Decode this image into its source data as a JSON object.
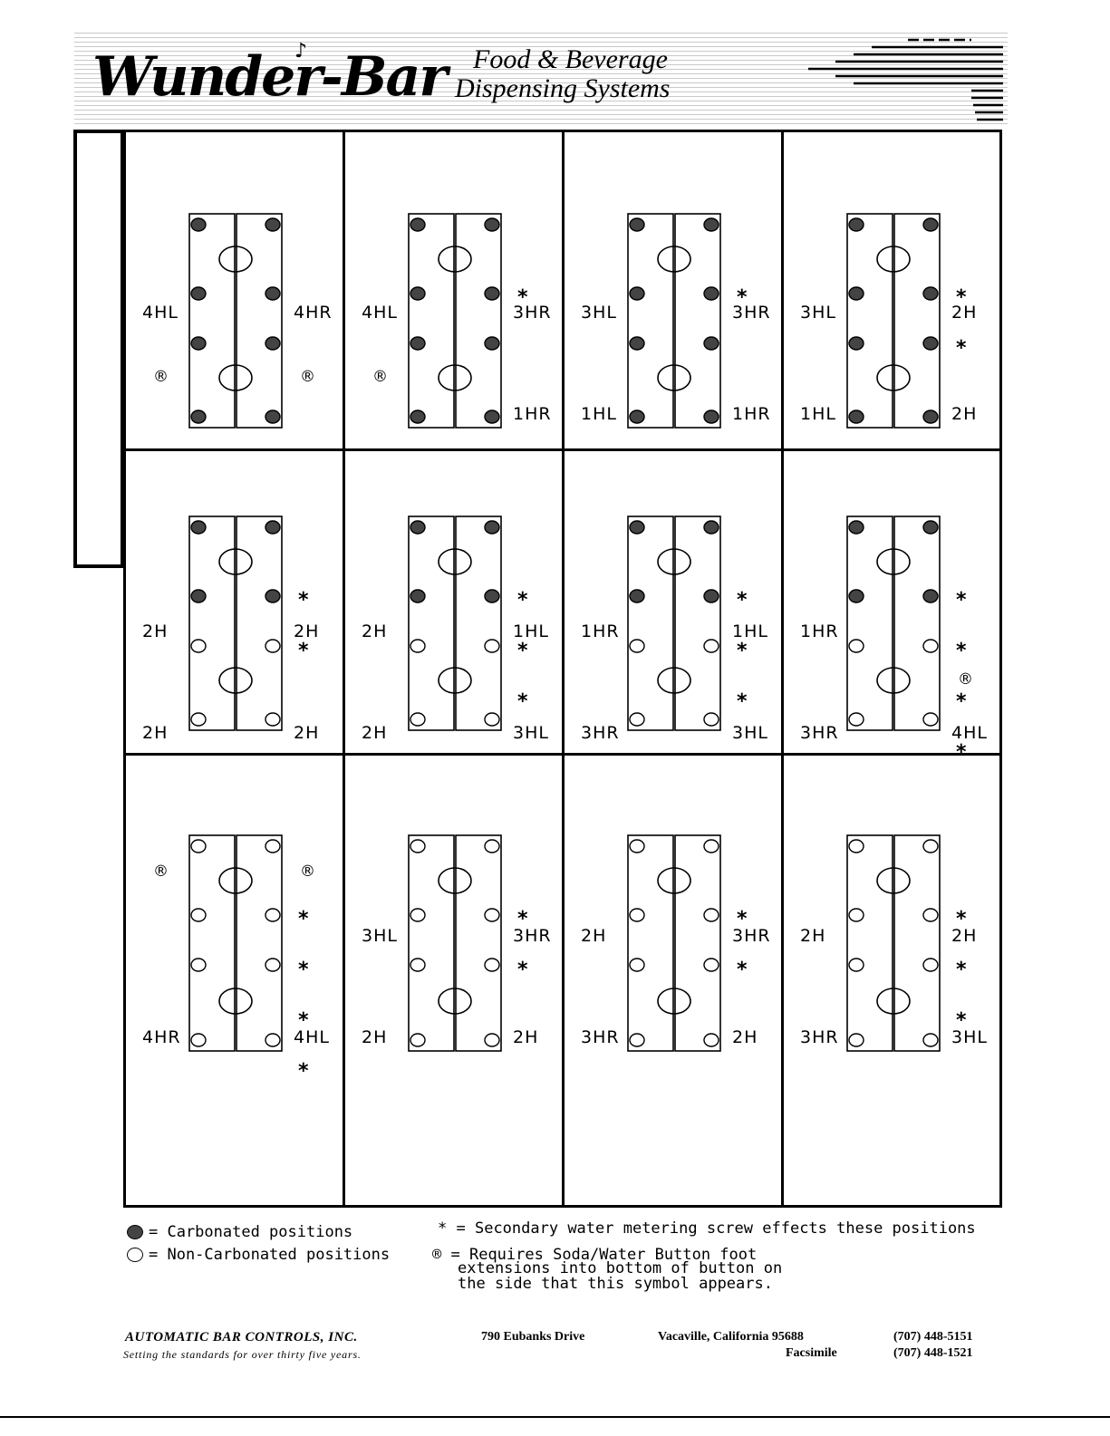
{
  "header": {
    "logo": "Wunder-Bar",
    "tagline_line1": "Food & Beverage",
    "tagline_line2": "Dispensing Systems"
  },
  "colors": {
    "carbonated_fill": "#444444",
    "line": "#000000"
  },
  "cells": [
    {
      "id": "r1c1",
      "labels": {
        "ul": "4HL",
        "ur": "4HR",
        "ll": "",
        "lr": ""
      },
      "stars": [],
      "reg": [
        "left",
        "right"
      ]
    },
    {
      "id": "r1c2",
      "labels": {
        "ul": "4HL",
        "ur": "3HR",
        "ll": "",
        "lr": "1HR"
      },
      "stars": [
        "*"
      ],
      "reg": [
        "left"
      ]
    },
    {
      "id": "r1c3",
      "labels": {
        "ul": "3HL",
        "ur": "3HR",
        "ll": "1HL",
        "lr": "1HR"
      },
      "stars": [
        "*"
      ],
      "reg": []
    },
    {
      "id": "r1c4",
      "labels": {
        "ul": "3HL",
        "ur": "2H",
        "ll": "1HL",
        "lr": "2H"
      },
      "stars": [
        "*",
        "*"
      ],
      "reg": []
    },
    {
      "id": "r2c1",
      "labels": {
        "ul": "2H",
        "ur": "2H",
        "ll": "2H",
        "lr": "2H"
      },
      "stars": [
        "*",
        "*"
      ],
      "reg": []
    },
    {
      "id": "r2c2",
      "labels": {
        "ul": "2H",
        "ur": "1HL",
        "ll": "2H",
        "lr": "3HL"
      },
      "stars": [
        "*",
        "*",
        "*"
      ],
      "reg": []
    },
    {
      "id": "r2c3",
      "labels": {
        "ul": "1HR",
        "ur": "1HL",
        "ll": "3HR",
        "lr": "3HL"
      },
      "stars": [
        "*",
        "*",
        "*"
      ],
      "reg": []
    },
    {
      "id": "r2c4",
      "labels": {
        "ul": "1HR",
        "ur": "",
        "ll": "3HR",
        "lr": "4HL"
      },
      "stars": [
        "*",
        "*",
        "*",
        "*"
      ],
      "reg": [
        "right"
      ]
    },
    {
      "id": "r3c1",
      "labels": {
        "ul": "",
        "ur": "",
        "ll": "4HR",
        "lr": "4HL"
      },
      "stars": [
        "*",
        "*",
        "*",
        "*"
      ],
      "reg": [
        "left",
        "right"
      ]
    },
    {
      "id": "r3c2",
      "labels": {
        "ul": "3HL",
        "ur": "3HR",
        "ll": "2H",
        "lr": "2H"
      },
      "stars": [
        "*",
        "*"
      ],
      "reg": []
    },
    {
      "id": "r3c3",
      "labels": {
        "ul": "2H",
        "ur": "3HR",
        "ll": "3HR",
        "lr": "2H"
      },
      "stars": [
        "*",
        "*"
      ],
      "reg": []
    },
    {
      "id": "r3c4",
      "labels": {
        "ul": "2H",
        "ur": "2H",
        "ll": "3HR",
        "lr": "3HL"
      },
      "stars": [
        "*",
        "*",
        "*"
      ],
      "reg": []
    }
  ],
  "legend": {
    "carbonated": "= Carbonated positions",
    "non_carbonated": "= Non-Carbonated positions",
    "star_symbol": "*",
    "star_text": "= Secondary water metering screw effects these positions",
    "reg_symbol": "®",
    "reg_text_1": "= Requires Soda/Water Button foot",
    "reg_text_2": "extensions into bottom of button on",
    "reg_text_3": "the side that this symbol appears."
  },
  "footer": {
    "company": "AUTOMATIC BAR CONTROLS, INC.",
    "slogan": "Setting the standards for over thirty five years.",
    "street": "790 Eubanks Drive",
    "city": "Vacaville, California 95688",
    "fax_label": "Facsimile",
    "phone": "(707) 448-5151",
    "fax": "(707) 448-1521"
  }
}
